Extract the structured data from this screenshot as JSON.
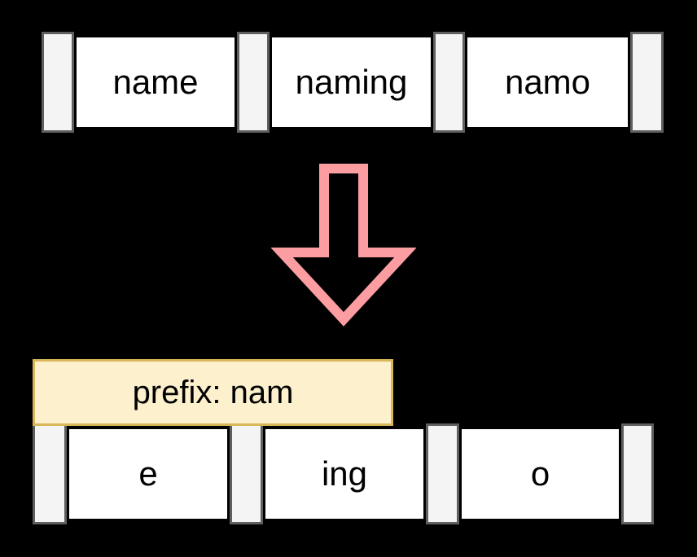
{
  "diagram": {
    "description_colors": {
      "background": "#000000",
      "separator_fill": "#f4f4f4",
      "separator_border": "#5f5f5f",
      "cell_fill": "#ffffff",
      "cell_border": "#000000",
      "prefix_box_fill": "#fdf0cd",
      "prefix_box_border": "#d8b659",
      "arrow_color": "#fb9da1"
    },
    "top_row": {
      "cells": [
        {
          "label": "name"
        },
        {
          "label": "naming"
        },
        {
          "label": "namo"
        }
      ]
    },
    "arrow": {
      "direction": "down",
      "color": "#fb9da1"
    },
    "prefix_box": {
      "label": "prefix: nam"
    },
    "bottom_row": {
      "cells": [
        {
          "label": "e"
        },
        {
          "label": "ing"
        },
        {
          "label": "o"
        }
      ]
    }
  }
}
